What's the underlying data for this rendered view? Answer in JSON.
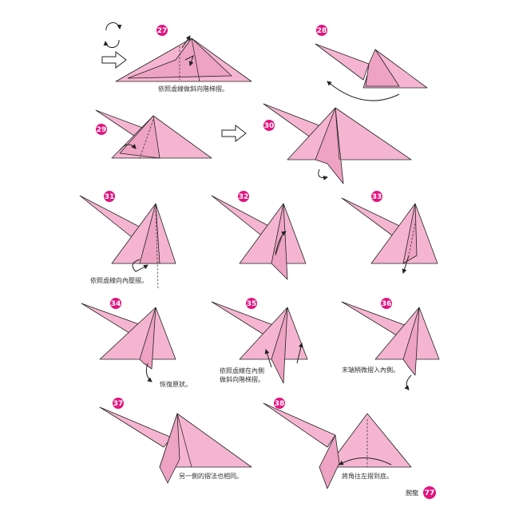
{
  "colors": {
    "accent": "#e3147f",
    "paper": "#f5b5d0"
  },
  "steps": [
    {
      "number": "27",
      "caption": "依照虛線做斜向階梯摺。"
    },
    {
      "number": "28",
      "caption": ""
    },
    {
      "number": "29",
      "caption": ""
    },
    {
      "number": "30",
      "caption": ""
    },
    {
      "number": "31",
      "caption": "依照虛線向內壓摺。"
    },
    {
      "number": "32",
      "caption": ""
    },
    {
      "number": "33",
      "caption": ""
    },
    {
      "number": "34",
      "caption": "恢復原狀。"
    },
    {
      "number": "35",
      "caption_line1": "依照虛線在內側",
      "caption_line2": "做斜向階梯摺。"
    },
    {
      "number": "36",
      "caption": "末端稍微摺入內側。"
    },
    {
      "number": "37",
      "caption": "另一側的摺法也相同。"
    },
    {
      "number": "38",
      "caption": "將角往左摺到底。"
    }
  ],
  "footer": {
    "section_title": "腕龍",
    "page_number": "77"
  }
}
